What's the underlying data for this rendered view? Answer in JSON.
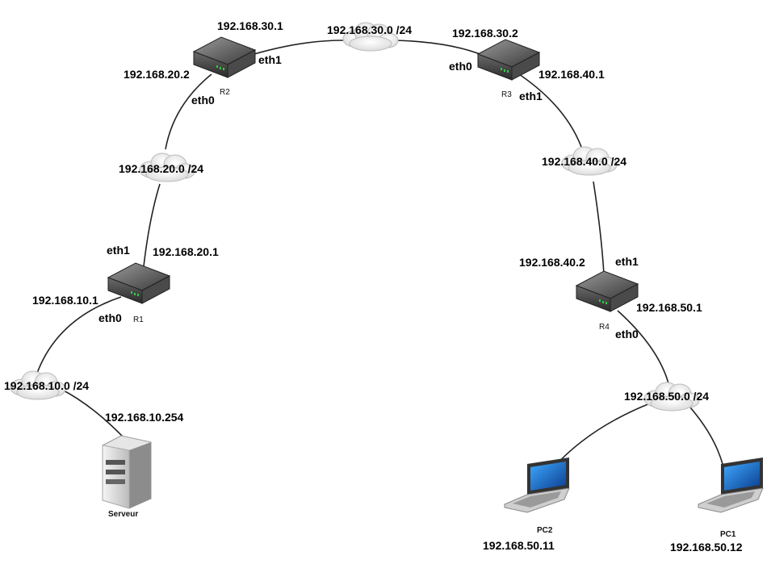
{
  "routers": [
    {
      "name": "R1",
      "eth0": "eth0",
      "eth1": "eth1",
      "ip_eth0": "192.168.10.1",
      "ip_eth1": "192.168.20.1"
    },
    {
      "name": "R2",
      "eth0": "eth0",
      "eth1": "eth1",
      "ip_eth0": "192.168.20.2",
      "ip_eth1": "192.168.30.1"
    },
    {
      "name": "R3",
      "eth0": "eth0",
      "eth1": "eth1",
      "ip_eth0": "192.168.30.2",
      "ip_eth1": "192.168.40.1"
    },
    {
      "name": "R4",
      "eth0": "eth0",
      "eth1": "eth1",
      "ip_eth0": "192.168.50.1",
      "ip_eth1": "192.168.40.2"
    }
  ],
  "networks": [
    "192.168.10.0 /24",
    "192.168.20.0 /24",
    "192.168.30.0 /24",
    "192.168.40.0 /24",
    "192.168.50.0 /24"
  ],
  "server": {
    "name": "Serveur",
    "ip": "192.168.10.254"
  },
  "pcs": [
    {
      "name": "PC2",
      "ip": "192.168.50.11"
    },
    {
      "name": "PC1",
      "ip": "192.168.50.12"
    }
  ]
}
